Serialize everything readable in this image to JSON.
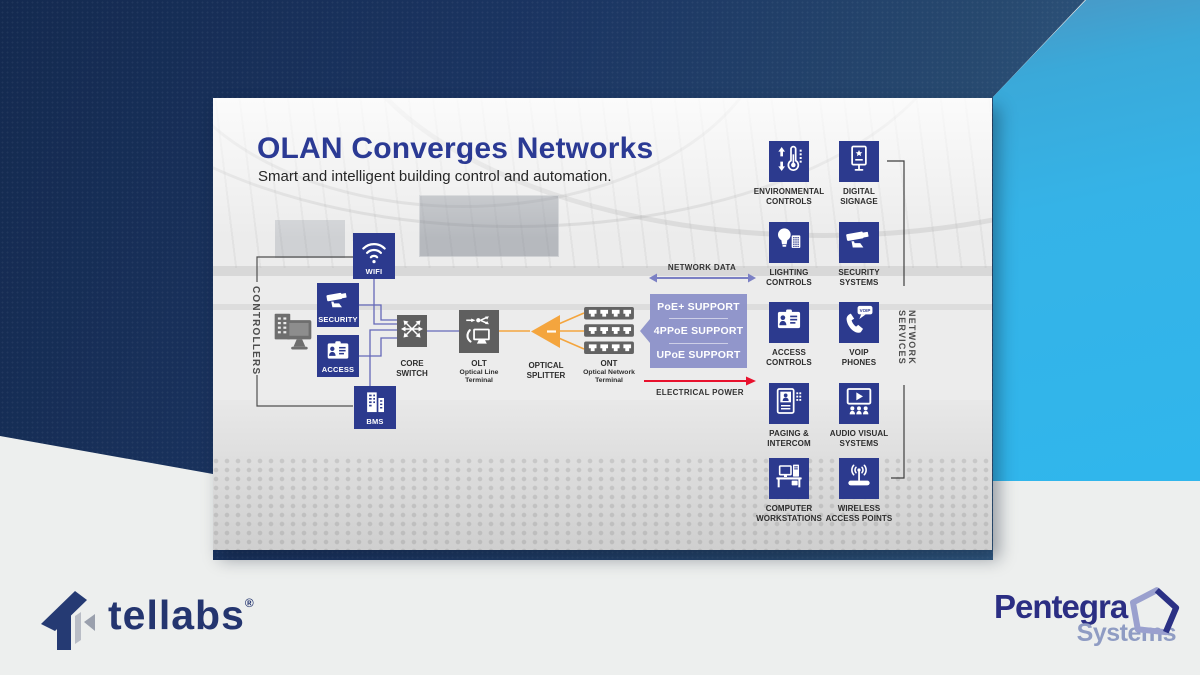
{
  "colors": {
    "navy_background": "#1b3562",
    "cyan_accent": "#35b3e7",
    "node_blue": "#2c3a8e",
    "equipment_gray": "#5f5f5f",
    "splitter_orange": "#f4a53e",
    "poe_lavender": "#8a8fc8",
    "power_red": "#e8112d",
    "title_blue": "#2b3a94"
  },
  "diagram": {
    "title": "OLAN Converges Networks",
    "subtitle": "Smart and intelligent building control and automation.",
    "controllers_label": "CONTROLLERS",
    "network_services_label": "NETWORK SERVICES",
    "nodes": {
      "wifi": "WIFI",
      "security": "SECURITY",
      "access": "ACCESS",
      "bms": "BMS",
      "core_switch": "CORE\nSWITCH",
      "olt_abbr": "OLT",
      "olt_name": "Optical Line\nTerminal",
      "splitter": "OPTICAL\nSPLITTER",
      "ont_abbr": "ONT",
      "ont_name": "Optical Network\nTerminal"
    },
    "flows": {
      "network_data": "NETWORK DATA",
      "electrical_power": "ELECTRICAL POWER",
      "poe_rows": [
        "PoE+ SUPPORT",
        "4PPoE SUPPORT",
        "UPoE SUPPORT"
      ]
    },
    "voip_bubble": "VOIP",
    "services": [
      {
        "label": "ENVIRONMENTAL\nCONTROLS",
        "icon": "thermostat-icon"
      },
      {
        "label": "DIGITAL\nSIGNAGE",
        "icon": "digital-signage-icon"
      },
      {
        "label": "LIGHTING\nCONTROLS",
        "icon": "lighting-icon"
      },
      {
        "label": "SECURITY\nSYSTEMS",
        "icon": "cctv-camera-icon"
      },
      {
        "label": "ACCESS\nCONTROLS",
        "icon": "id-badge-icon"
      },
      {
        "label": "VOIP\nPHONES",
        "icon": "voip-phone-icon"
      },
      {
        "label": "PAGING &\nINTERCOM",
        "icon": "intercom-icon"
      },
      {
        "label": "AUDIO VISUAL\nSYSTEMS",
        "icon": "audio-visual-icon"
      },
      {
        "label": "COMPUTER\nWORKSTATIONS",
        "icon": "workstation-icon"
      },
      {
        "label": "WIRELESS\nACCESS POINTS",
        "icon": "wireless-ap-icon"
      }
    ]
  },
  "footer": {
    "tellabs_wordmark": "tellabs",
    "tellabs_reg": "®",
    "pentegra_name": "Pentegra",
    "pentegra_sub": "Systems"
  }
}
